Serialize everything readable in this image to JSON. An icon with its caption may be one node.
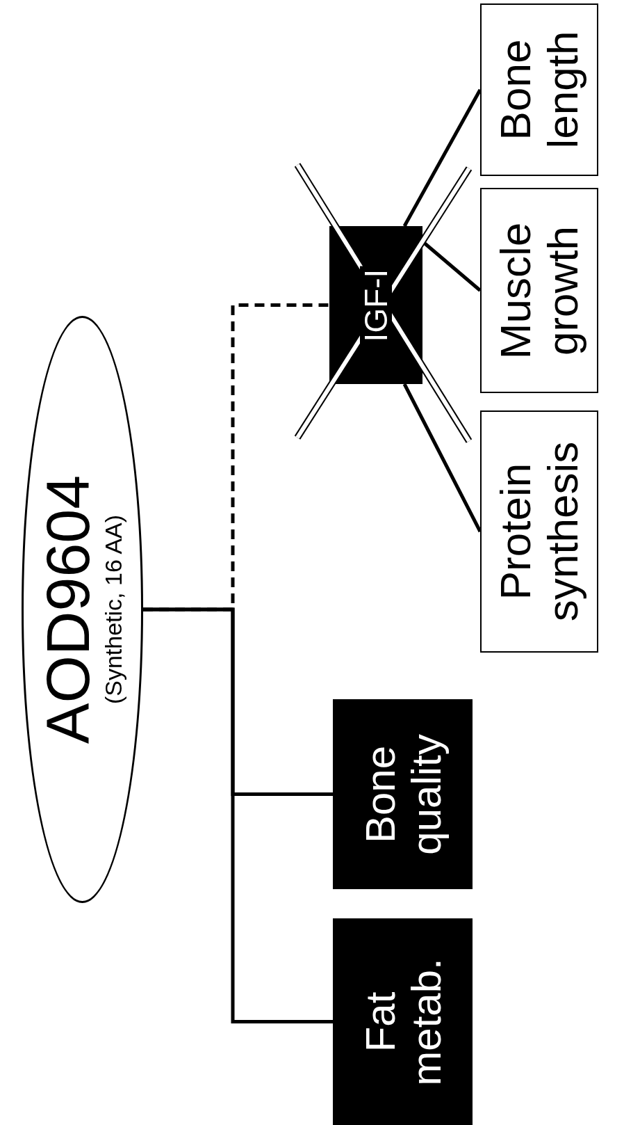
{
  "diagram": {
    "nodes": [
      {
        "text": [
          "AOD9604",
          "(Synthetic, 16 AA)"
        ]
      },
      {
        "text": [
          "Fat metab."
        ]
      },
      {
        "text": [
          "Bone quality"
        ]
      },
      {
        "text": [
          "IGF-I"
        ]
      },
      {
        "text": [
          "Protein synthesis"
        ]
      },
      {
        "text": [
          "Muscle growth"
        ]
      },
      {
        "text": [
          "Bone length"
        ]
      }
    ],
    "edges": [
      {
        "from": 0,
        "to": 1,
        "arrow": "none"
      },
      {
        "from": 0,
        "to": 2,
        "arrow": "none"
      },
      {
        "from": 0,
        "to": 3,
        "arrow": "none",
        "style": "dashed"
      },
      {
        "from": 3,
        "to": 4,
        "arrow": "none"
      },
      {
        "from": 3,
        "to": 5,
        "arrow": "none"
      },
      {
        "from": 3,
        "to": 6,
        "arrow": "none"
      }
    ]
  }
}
